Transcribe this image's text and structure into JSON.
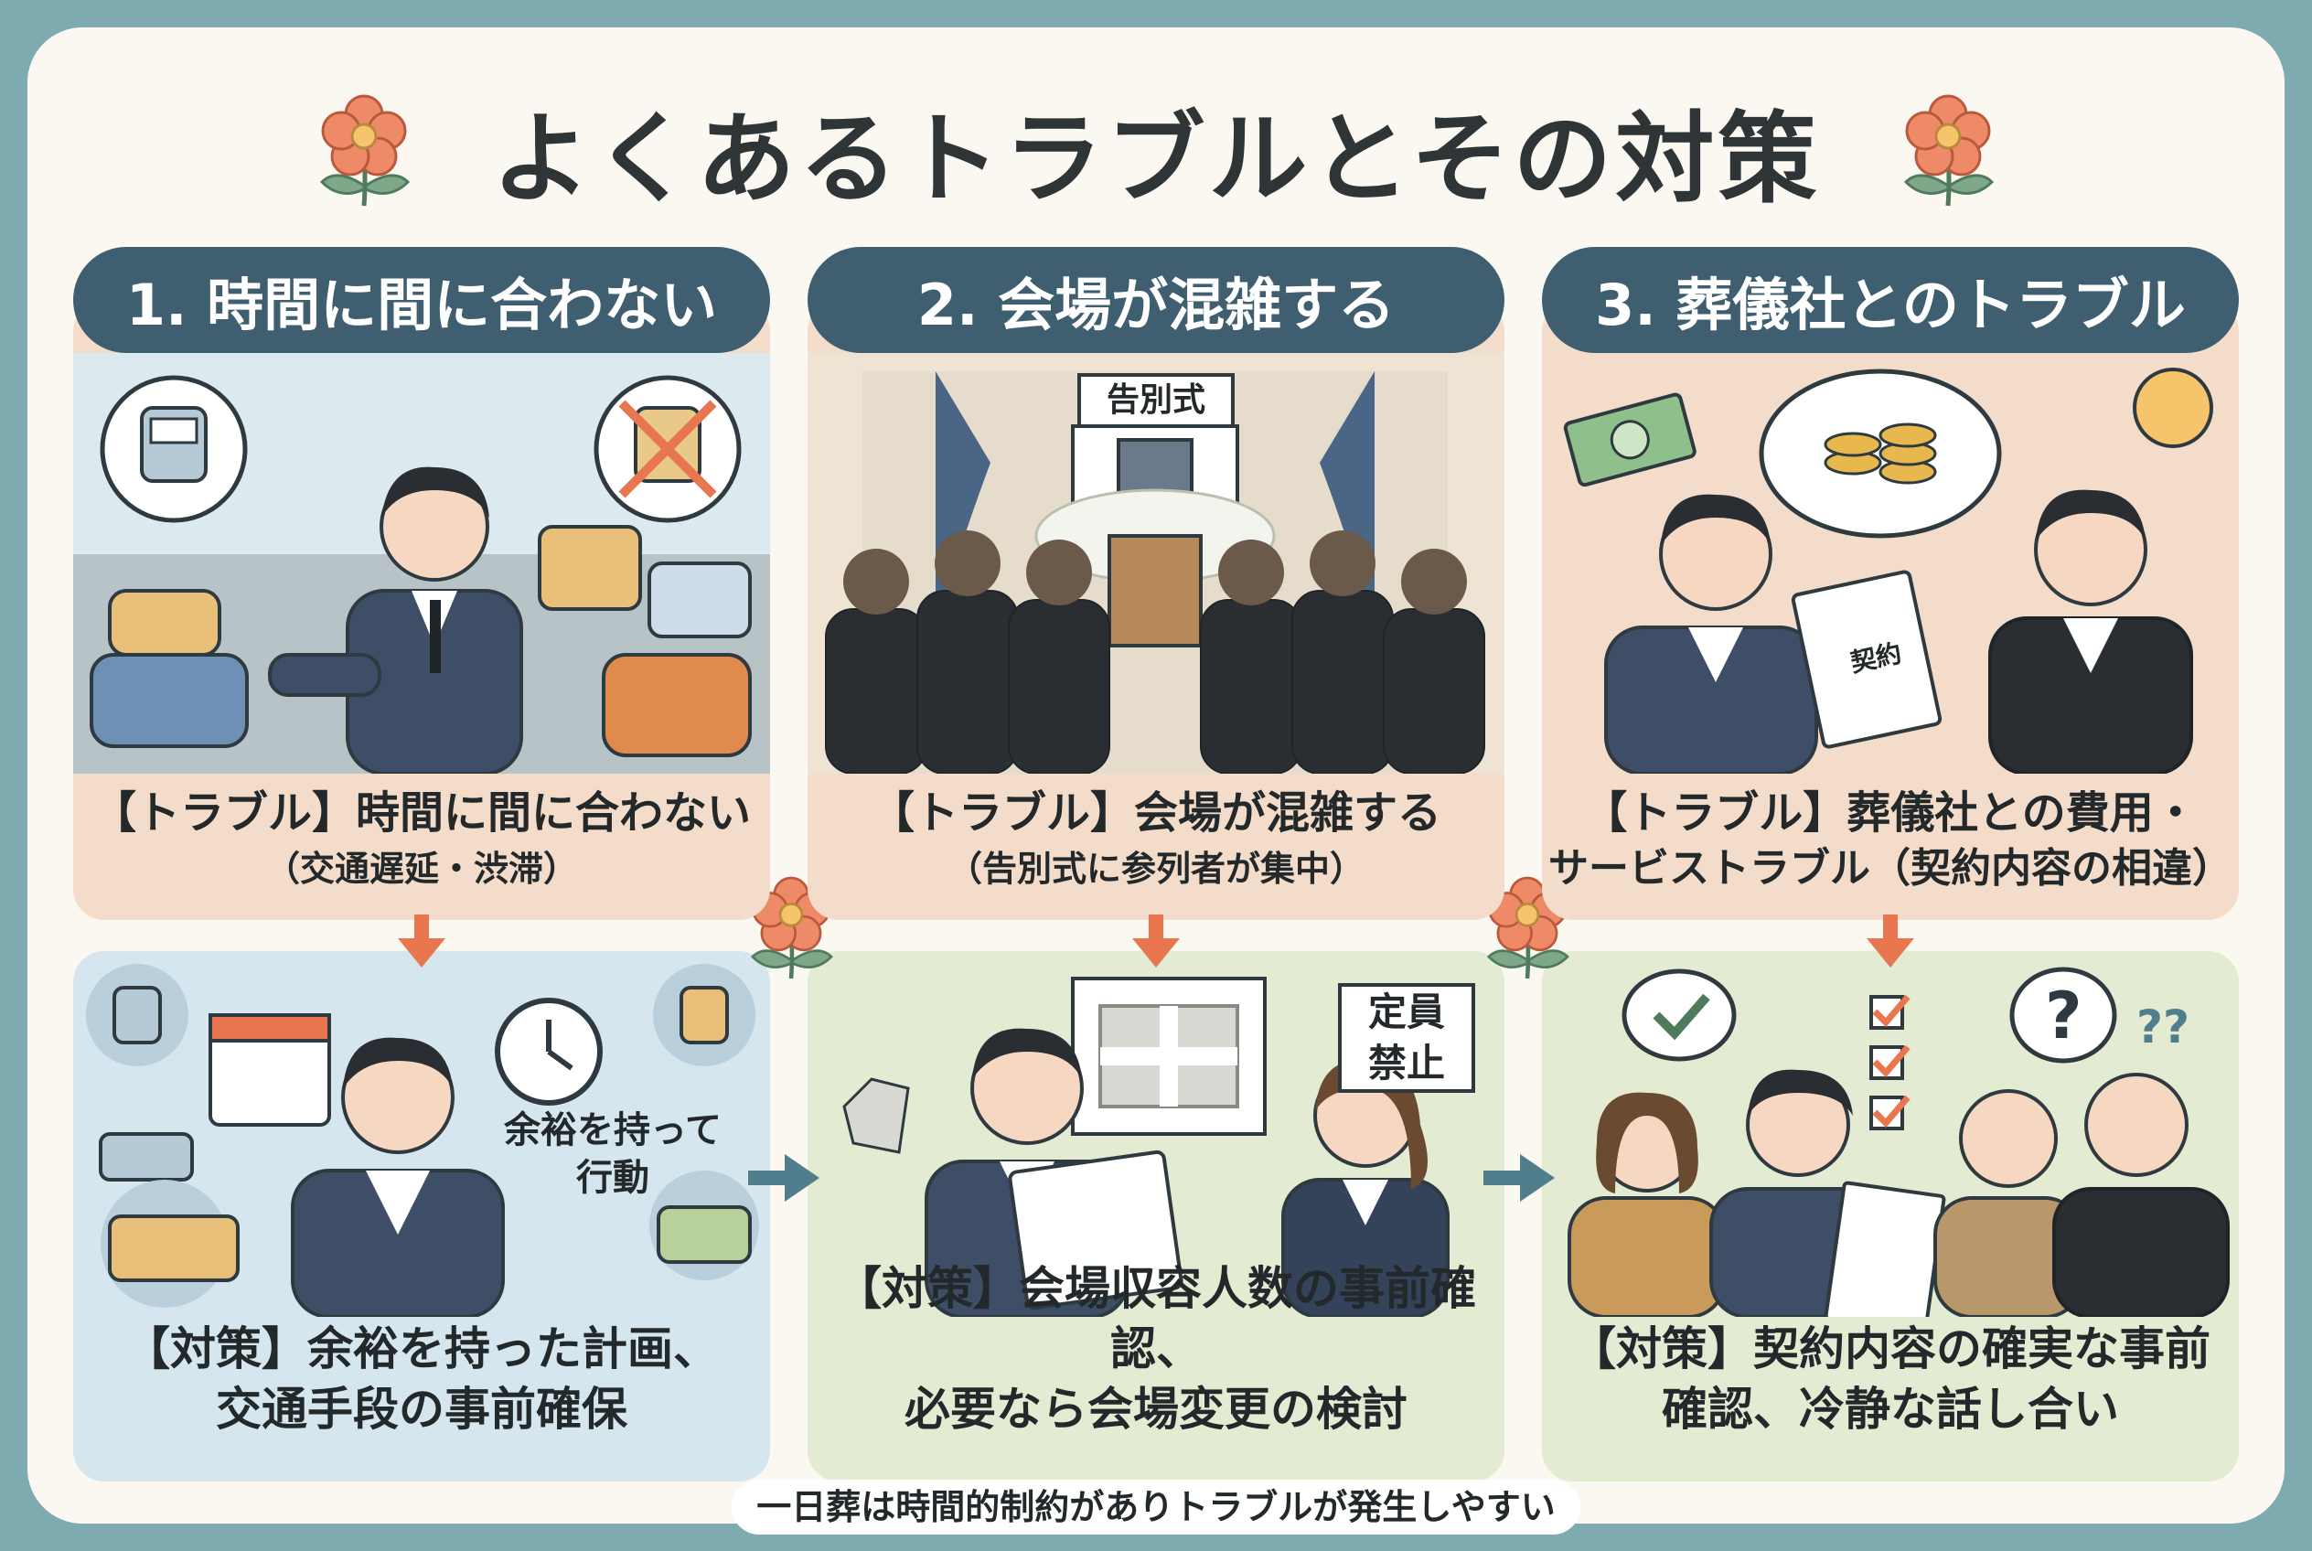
{
  "title": "よくあるトラブルとその対策",
  "columns": [
    {
      "header": "1. 時間に間に合わない",
      "trouble_main": "【トラブル】時間に間に合わない",
      "trouble_sub": "（交通遅延・渋滞）",
      "solution_note": "余裕を持って\n行動",
      "solution_line1": "【対策】余裕を持った計画、",
      "solution_line2": "交通手段の事前確保"
    },
    {
      "header": "2. 会場が混雑する",
      "sign": "告別式",
      "trouble_main": "【トラブル】会場が混雑する",
      "trouble_sub": "（告別式に参列者が集中）",
      "solution_sign": "定員\n禁止",
      "solution_line1": "【対策】会場収容人数の事前確認、",
      "solution_line2": "必要なら会場変更の検討"
    },
    {
      "header": "3. 葬儀社とのトラブル",
      "contract_label": "契約",
      "trouble_main": "【トラブル】葬儀社との費用・",
      "trouble_sub": "サービストラブル（契約内容の相違）",
      "solution_line1": "【対策】契約内容の確実な事前",
      "solution_line2": "確認、冷静な話し合い"
    }
  ],
  "footer": "一日葬は時間的制約がありトラブルが発生しやすい",
  "colors": {
    "background": "#7fabb0",
    "card": "#fbf8f2",
    "header": "#3f5f70",
    "trouble_panel": "#f3dcc9",
    "solution_1": "#d6e6ee",
    "solution_2": "#e3ebd3",
    "solution_3": "#e3ebd3",
    "arrow_orange": "#e8764e",
    "arrow_teal": "#4f7f8c"
  }
}
